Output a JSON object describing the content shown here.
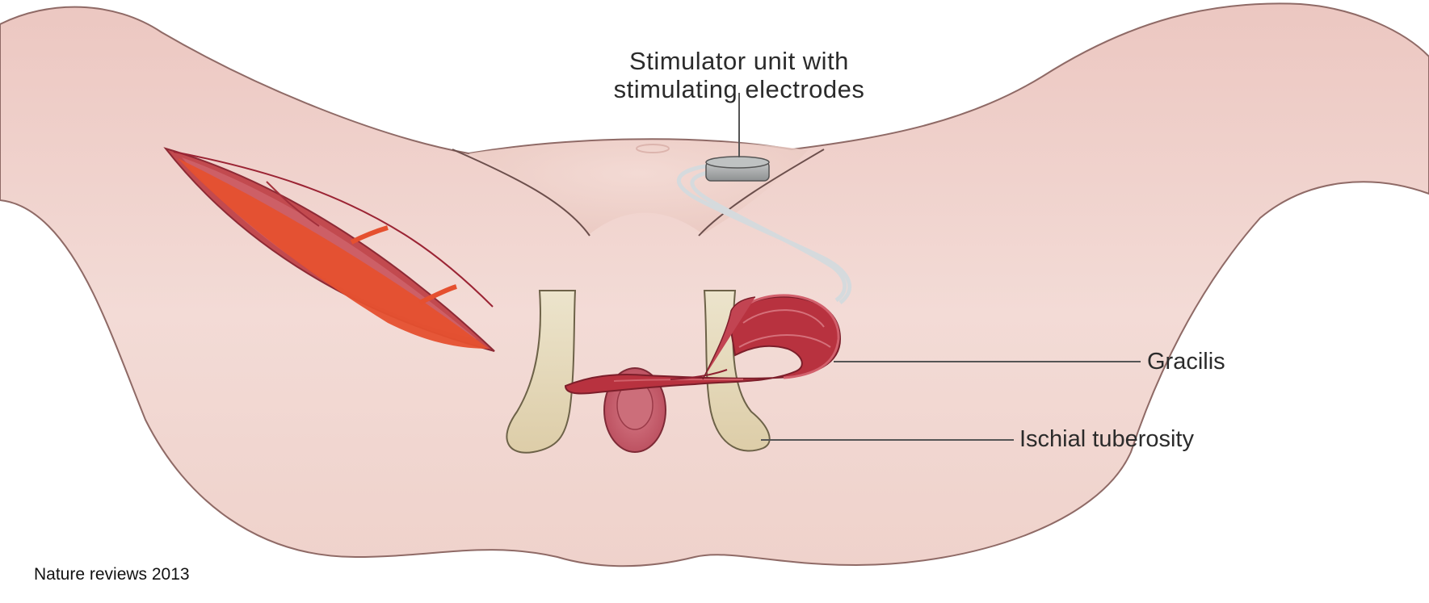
{
  "labels": {
    "stimulator_line1": "Stimulator unit with",
    "stimulator_line2": "stimulating electrodes",
    "gracilis": "Gracilis",
    "ischial": "Ischial tuberosity"
  },
  "credit": "Nature reviews 2013",
  "colors": {
    "skin": "#f1d6d0",
    "skin_shadow": "#e5c0b8",
    "muscle_dark": "#b32a3c",
    "muscle_mid": "#c95862",
    "muscle_orange": "#e5502f",
    "bone": "#e8dcc0",
    "stimulator": "#a9abab",
    "electrode": "#d5dadd",
    "leader_line": "#555555"
  }
}
